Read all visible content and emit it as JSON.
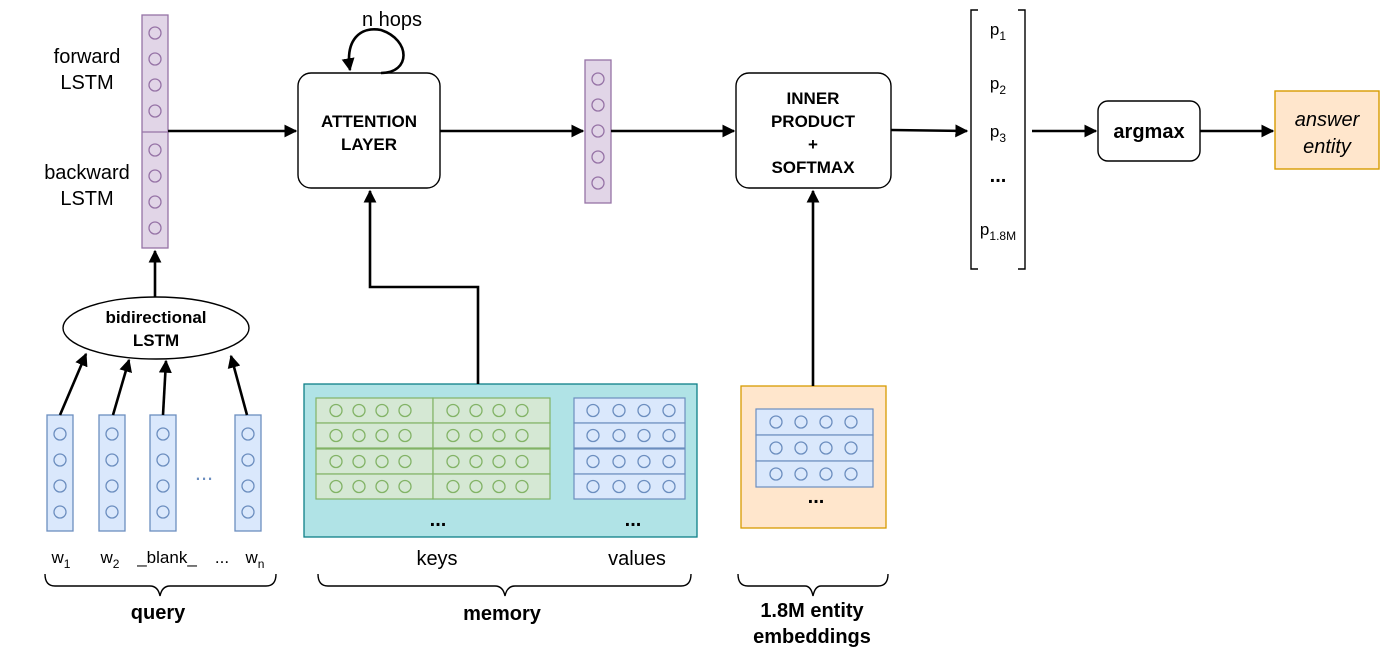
{
  "colors": {
    "lstm_fill": "#e1d5e7",
    "lstm_stroke": "#9673a6",
    "word_fill": "#dae8fc",
    "word_stroke": "#6c8ebf",
    "memory_fill": "#b0e3e6",
    "memory_stroke": "#0e8088",
    "key_fill": "#d5e8d4",
    "key_stroke": "#82b366",
    "entity_fill": "#ffe6cc",
    "entity_stroke": "#d79b00"
  },
  "labels": {
    "forward": "forward",
    "lstm_fwd": "LSTM",
    "backward": "backward",
    "lstm_bwd": "LSTM",
    "bilstm_line1": "bidirectional",
    "bilstm_line2": "LSTM",
    "n_hops": "n hops",
    "attention_line1": "ATTENTION",
    "attention_line2": "LAYER",
    "inner_line1": "INNER",
    "inner_line2": "PRODUCT",
    "inner_line3": "+",
    "inner_line4": "SOFTMAX",
    "argmax": "argmax",
    "answer_line1": "answer",
    "answer_line2": "entity",
    "query_dots": "...",
    "memory_key_dots": "...",
    "memory_value_dots": "...",
    "entity_dots": "...",
    "prob_dots": "...",
    "keys": "keys",
    "values": "values",
    "query": "query",
    "memory": "memory",
    "entity_line1": "1.8M entity",
    "entity_line2": "embeddings"
  },
  "query_words": [
    {
      "base": "w",
      "sub": "1"
    },
    {
      "base": "w",
      "sub": "2"
    },
    {
      "base": "_blank_",
      "sub": ""
    },
    {
      "base": "...",
      "sub": ""
    },
    {
      "base": "w",
      "sub": "n"
    }
  ],
  "probabilities": [
    {
      "base": "p",
      "sub": "1"
    },
    {
      "base": "p",
      "sub": "2"
    },
    {
      "base": "p",
      "sub": "3"
    },
    {
      "base": "p",
      "sub": "1.8M"
    }
  ]
}
